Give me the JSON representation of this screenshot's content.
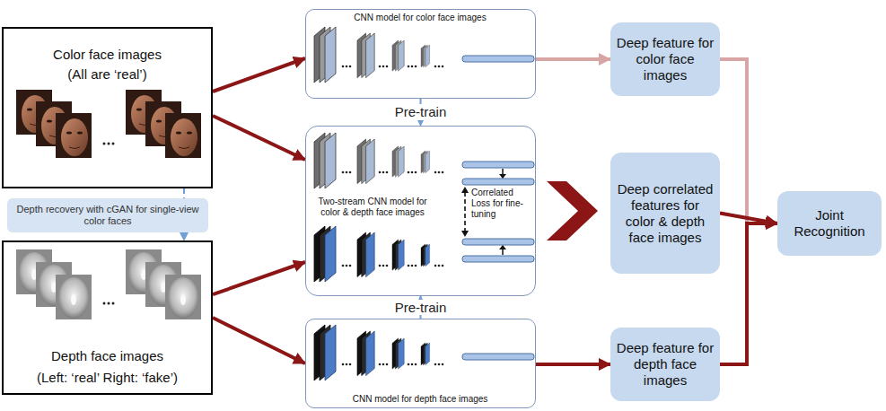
{
  "diagram": {
    "nodes": [
      {
        "text": [
          "Color face images",
          "(All are ‘real’)"
        ]
      },
      {
        "text": [
          "Depth recovery with cGAN for single-view color faces"
        ]
      },
      {
        "text": [
          "Depth face images",
          "(Left: ‘real’ Right: ‘fake’)"
        ]
      },
      {
        "text": [
          "CNN model for color face images"
        ]
      },
      {
        "text": [
          "Two-stream CNN model for color & depth face images",
          "Correlated Loss for fine-tuning"
        ]
      },
      {
        "text": [
          "CNN model for depth face images"
        ]
      },
      {
        "text": [
          "Deep feature for color face images"
        ]
      },
      {
        "text": [
          "Deep correlated features for color & depth face images"
        ]
      },
      {
        "text": [
          "Deep feature for depth face images"
        ]
      },
      {
        "text": [
          "Joint Recognition"
        ]
      }
    ],
    "edges": [
      {
        "from": 0,
        "to": 3,
        "arrow": "to"
      },
      {
        "from": 0,
        "to": 4,
        "arrow": "to"
      },
      {
        "from": 0,
        "to": 1,
        "arrow": "none"
      },
      {
        "from": 1,
        "to": 2,
        "arrow": "to"
      },
      {
        "from": 2,
        "to": 4,
        "arrow": "to"
      },
      {
        "from": 2,
        "to": 5,
        "arrow": "to"
      },
      {
        "from": 3,
        "to": 4,
        "arrow": "to",
        "label": "Pre-train"
      },
      {
        "from": 5,
        "to": 4,
        "arrow": "to",
        "label": "Pre-train"
      },
      {
        "from": 3,
        "to": 6,
        "arrow": "to"
      },
      {
        "from": 4,
        "to": 7,
        "arrow": "to"
      },
      {
        "from": 5,
        "to": 8,
        "arrow": "to"
      },
      {
        "from": 6,
        "to": 9,
        "arrow": "to"
      },
      {
        "from": 7,
        "to": 9,
        "arrow": "to"
      },
      {
        "from": 8,
        "to": 9,
        "arrow": "to"
      }
    ]
  }
}
